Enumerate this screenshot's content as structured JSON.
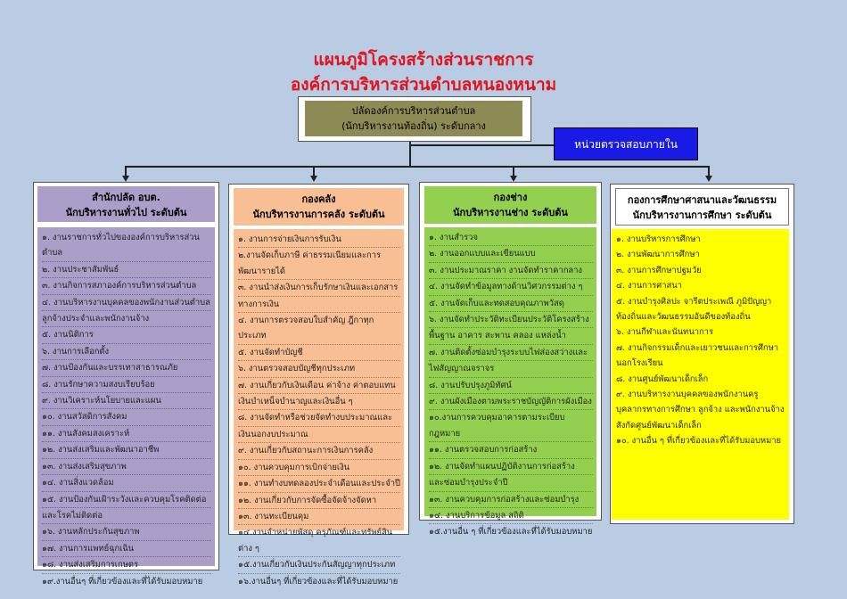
{
  "title": {
    "line1": "แผนภูมิโครงสร้างส่วนราชการ",
    "line2": "องค์การบริหารส่วนตำบลหนองหนาม"
  },
  "top": {
    "line1": "ปลัดองค์การบริหารส่วนตำบล",
    "line2": "(นักบริหารงานท้องถิ่น) ระดับกลาง"
  },
  "audit": "หน่วยตรวจสอบภายใน",
  "columns": [
    {
      "head1": "สำนักปลัด อบต.",
      "head2": "นักบริหารงานทั่วไป ระดับต้น",
      "items": [
        "๑. งานราชการทั่วไปขององค์การบริหารส่วนตำบล",
        "๒. งานประชาสัมพันธ์",
        "๓. งานกิจการสภาองค์การบริหารส่วนตำบล",
        "๔. งานบริหารงานบุคคลของพนักงานส่วนตำบล",
        "ลูกจ้างประจำและพนักงานจ้าง",
        "๕. งานนิติการ",
        "๖. งานการเลือกตั้ง",
        "๗. งานป้องกันและบรรเทาสาธารณภัย",
        "๘. งานรักษาความสงบเรียบร้อย",
        "๙. งานวิเคราะห์นโยบายและแผน",
        "๑๐. งานสวัสดิการสังคม",
        "๑๑. งานสังคมสงเคราะห์",
        "๑๒. งานส่งเสริมและพัฒนาอาชีพ",
        "๑๓. งานส่งเสริมสุขภาพ",
        "๑๔. งานสิ่งแวดล้อม",
        "๑๕. งานป้องกันเฝ้าระวังและควบคุมโรคติดต่อ",
        "และโรคไม่ติดต่อ",
        "๑๖. งานหลักประกันสุขภาพ",
        "๑๗. งานการแพทย์ฉุกเฉิน",
        "๑๘. งานส่งเสริมการเกษตร",
        "๑๙.งานอื่นๆ ที่เกี่ยวข้องและที่ได้รับมอบหมาย"
      ]
    },
    {
      "head1": "กองคลัง",
      "head2": "นักบริหารงานการคลัง ระดับต้น",
      "items": [
        "๑. งานการจ่ายเงินการรับเงิน",
        "๒.งานจัดเก็บภาษี ค่าธรรมเนียมและการพัฒนารายได้",
        "๓. งานนำส่งเงินการเก็บรักษาเงินและเอกสาร",
        "ทางการเงิน",
        "๔. งานการตรวจสอบใบสำคัญ ฎีกาทุกประเภท",
        "๕. งานจัดทำบัญชี",
        "๖. งานตรวจสอบบัญชีทุกประเภท",
        "๗. งานเกี่ยวกับเงินเดือน ค่าจ้าง ค่าตอบแทน",
        "เงินบำเหน็จบำนาญและเงินอื่น ๆ",
        "๘. งานจัดทำหรือช่วยจัดทำงบประมาณและ",
        "เงินนอกงบประมาณ",
        "๙. งานเกี่ยวกับสถานะการเงินการคลัง",
        "๑๐. งานควบคุมการเบิกจ่ายเงิน",
        "๑๑. งานทำงบทดลองประจำเดือนและประจำปี",
        "๑๒. งานเกี่ยวกับการจัดซื้อจัดจ้างจัดหา",
        "๑๓. งานทะเบียนคุม",
        "๑๔.งานจำหน่ายพัสดุ ครุภัณฑ์และทรัพย์สินต่าง ๆ",
        "๑๕.งานเกี่ยวกับเงินประกันสัญญาทุกประเภท",
        "๑๖.งานอื่นๆ ที่เกี่ยวข้องและที่ได้รับมอบหมาย"
      ]
    },
    {
      "head1": "กองช่าง",
      "head2": "นักบริหารงานช่าง ระดับต้น",
      "items": [
        "๑. งานสำรวจ",
        "๒. งานออกแบบและเขียนแบบ",
        "๓. งานประมาณราคา งานจัดทำราคากลาง",
        "๔. งานจัดทำข้อมูลทางด้านวิศวกรรมต่าง ๆ",
        "๕. งานจัดเก็บและทดสอบคุณภาพวัสดุ",
        "๖. งานจัดทำประวัติทะเบียนประวัติโครงสร้าง",
        "พื้นฐาน อาคาร สะพาน คลอง แหล่งน้ำ",
        "๗. งานติดตั้งซ่อมบำรุงระบบไฟส่องสว่างและ",
        "ไฟสัญญาณจราจร",
        "๘. งานปรับปรุงภูมิทัศน์",
        "๙. งานผังเมืองตามพระราชบัญญัติการผังเมือง",
        "๑๐.งานการควบคุมอาคารตามระเบียบกฎหมาย",
        "๑๑. งานตรวจสอบการก่อสร้าง",
        "๑๒. งานจัดทำแผนปฏิบัติงานการก่อสร้าง",
        "และซ่อมบำรุงประจำปี",
        "๑๓. งานควบคุมการก่อสร้างและซ่อมบำรุง",
        "๑๔. งานบริการข้อมูล สถิติ",
        "๑๕.งานอื่น ๆ ที่เกี่ยวข้องและที่ได้รับมอบหมาย"
      ]
    },
    {
      "head1": "กองการศึกษาศาสนาและวัฒนธรรม",
      "head2": "นักบริหารงานการศึกษา ระดับต้น",
      "items": [
        "๑. งานบริหารการศึกษา",
        "๒. งานพัฒนาการศึกษา",
        "๓. งานการศึกษาปฐมวัย",
        "๔. งานการศาสนา",
        "๕. งานบำรุงศิลปะ จารีตประเพณี ภูมิปัญญา",
        "ท้องถิ่นและวัฒนธรรมอันดีของท้องถิ่น",
        "๖. งานกีฬาและนันทนาการ",
        "๗. งานกิจกรรมเด็กและเยาวชนและการศึกษา",
        "นอกโรงเรียน",
        "๘. งานศูนย์พัฒนาเด็กเล็ก",
        "๙. งานบริหารงานบุคคลของพนักงานครู",
        "บุคลากรทางการศึกษา ลูกจ้าง และพนักงานจ้าง",
        "สังกัดศูนย์พัฒนาเด็กเล็ก",
        "๑๐. งานอื่น ๆ ที่เกี่ยวข้องและที่ได้รับมอบหมาย"
      ]
    }
  ],
  "colors": {
    "background": "#b9cce3",
    "title": "#e0141e",
    "top_box": "#8d8a55",
    "audit_box": "#1a1ae6",
    "col1_fill": "#ab9fc9",
    "col2_fill": "#f8bf94",
    "col3_fill": "#94d050",
    "col4_fill": "#ffff00"
  }
}
